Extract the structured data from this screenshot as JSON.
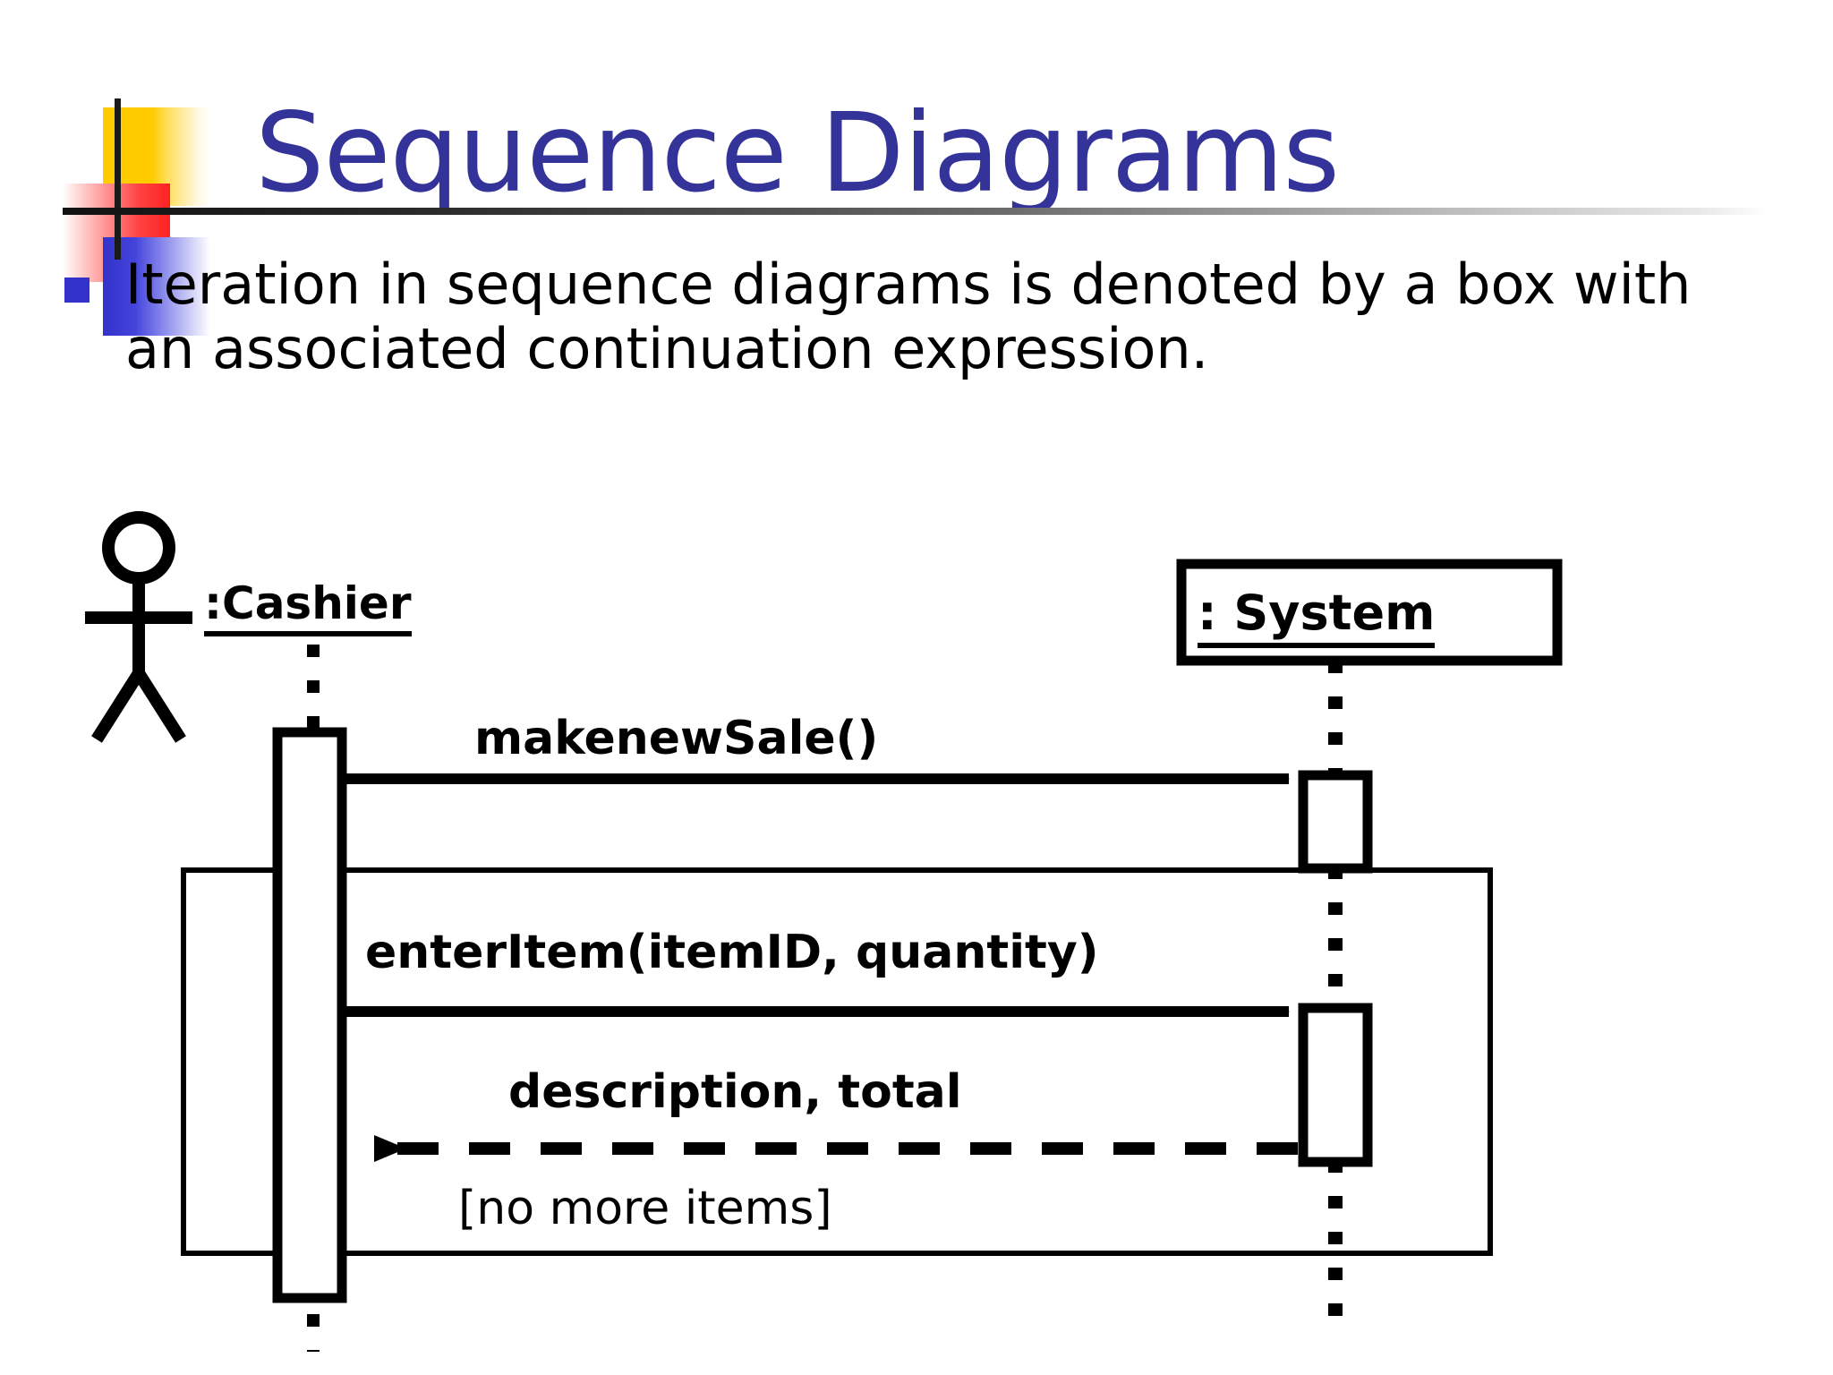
{
  "slide": {
    "title": "Sequence Diagrams",
    "title_color": "#333399",
    "bullet_color": "#3333cc",
    "background": "#ffffff",
    "body_bullets": [
      "Iteration in sequence diagrams is denoted by a box with an associated continuation expression."
    ]
  },
  "logo": {
    "squares": [
      {
        "name": "yellow-square",
        "color": "#ffcc00"
      },
      {
        "name": "red-square",
        "color": "#ff2222"
      },
      {
        "name": "blue-square",
        "color": "#3333cc"
      }
    ],
    "crosshair_color": "#1a1a1a"
  },
  "diagram": {
    "type": "uml-sequence-diagram",
    "participants": [
      {
        "id": "cashier",
        "label": ":Cashier",
        "kind": "actor",
        "lifeline_style": "dotted"
      },
      {
        "id": "system",
        "label": ": System",
        "kind": "object-box",
        "lifeline_style": "dotted"
      }
    ],
    "messages": [
      {
        "id": "m1",
        "label": "makenewSale()",
        "from": "cashier",
        "to": "system",
        "style": "solid",
        "arrow": "filled"
      },
      {
        "id": "m2",
        "label": "enterItem(itemID, quantity)",
        "from": "cashier",
        "to": "system",
        "style": "solid",
        "arrow": "filled"
      },
      {
        "id": "m3",
        "label": "description, total",
        "from": "system",
        "to": "cashier",
        "style": "dashed",
        "arrow": "open"
      }
    ],
    "iteration_box": {
      "label": "[no more items]",
      "description": "loop frame with continuation expression"
    }
  }
}
